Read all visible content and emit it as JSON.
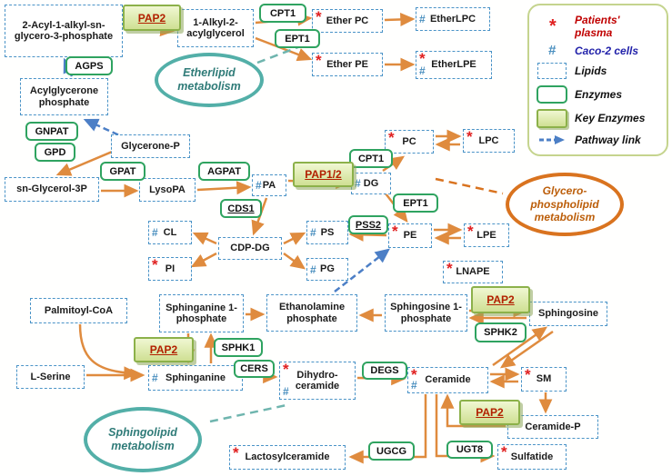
{
  "legend": {
    "plasma_label": "Patients' plasma",
    "caco2_label": "Caco-2 cells",
    "lipids_label": "Lipids",
    "enzymes_label": "Enzymes",
    "key_enzymes_label": "Key Enzymes",
    "pathway_link_label": "Pathway link"
  },
  "markers": {
    "plasma": "*",
    "caco2": "#"
  },
  "regions": {
    "etherlipid": {
      "line1": "Etherlipid",
      "line2": "metabolism"
    },
    "glycerophospholipid": {
      "line1": "Glycero-",
      "line2": "phospholipid",
      "line3": "metabolism"
    },
    "sphingolipid": {
      "line1": "Sphingolipid",
      "line2": "metabolism"
    }
  },
  "lipids": {
    "two_acyl": "2-Acyl-1-alkyl-sn-glycero-3-phosphate",
    "alkyl_acylglycerol": "1-Alkyl-2-acylglycerol",
    "ether_pc": "Ether PC",
    "ether_lpc": "EtherLPC",
    "ether_pe": "Ether PE",
    "ether_lpe": "EtherLPE",
    "acylglycerone_p": "Acylglycerone phosphate",
    "glycerone_p": "Glycerone-P",
    "sn_glycerol_3p": "sn-Glycerol-3P",
    "lysopa": "LysoPA",
    "pa": "PA",
    "dg": "DG",
    "pc": "PC",
    "lpc": "LPC",
    "cl": "CL",
    "cdp_dg": "CDP-DG",
    "pi": "PI",
    "ps": "PS",
    "pg": "PG",
    "pe": "PE",
    "lpe": "LPE",
    "lnape": "LNAPE",
    "palmitoyl_coa": "Palmitoyl-CoA",
    "sphinganine_1p": "Sphinganine 1-phosphate",
    "ethanolamine_p": "Ethanolamine phosphate",
    "sphingosine_1p": "Sphingosine 1-phosphate",
    "sphingosine": "Sphingosine",
    "l_serine": "L-Serine",
    "sphinganine": "Sphinganine",
    "dihydroceramide": "Dihydro-ceramide",
    "ceramide": "Ceramide",
    "sm": "SM",
    "ceramide_p": "Ceramide-P",
    "lactosylceramide": "Lactosylceramide",
    "sulfatide": "Sulfatide"
  },
  "enzymes": {
    "agps": "AGPS",
    "cpt1": "CPT1",
    "ept1": "EPT1",
    "gnpat": "GNPAT",
    "gpd": "GPD",
    "gpat": "GPAT",
    "agpat": "AGPAT",
    "cds1": "CDS1",
    "pss2": "PSS2",
    "sphk1": "SPHK1",
    "sphk2": "SPHK2",
    "cers": "CERS",
    "degs": "DEGS",
    "ugcg": "UGCG",
    "ugt8": "UGT8"
  },
  "key_enzymes": {
    "pap2": "PAP2",
    "pap1_2": "PAP1/2"
  },
  "colors": {
    "arrow": "#DF8B3E",
    "pathway_link": "#4C7FC6",
    "lipid_border": "#4A93C7",
    "enzyme_border": "#2FA360",
    "key_enzyme_text": "#B22000",
    "plasma": "#E02020",
    "caco2": "#4A8FBF",
    "teal_region": "#53AFA8",
    "orange_region": "#D9731F"
  }
}
